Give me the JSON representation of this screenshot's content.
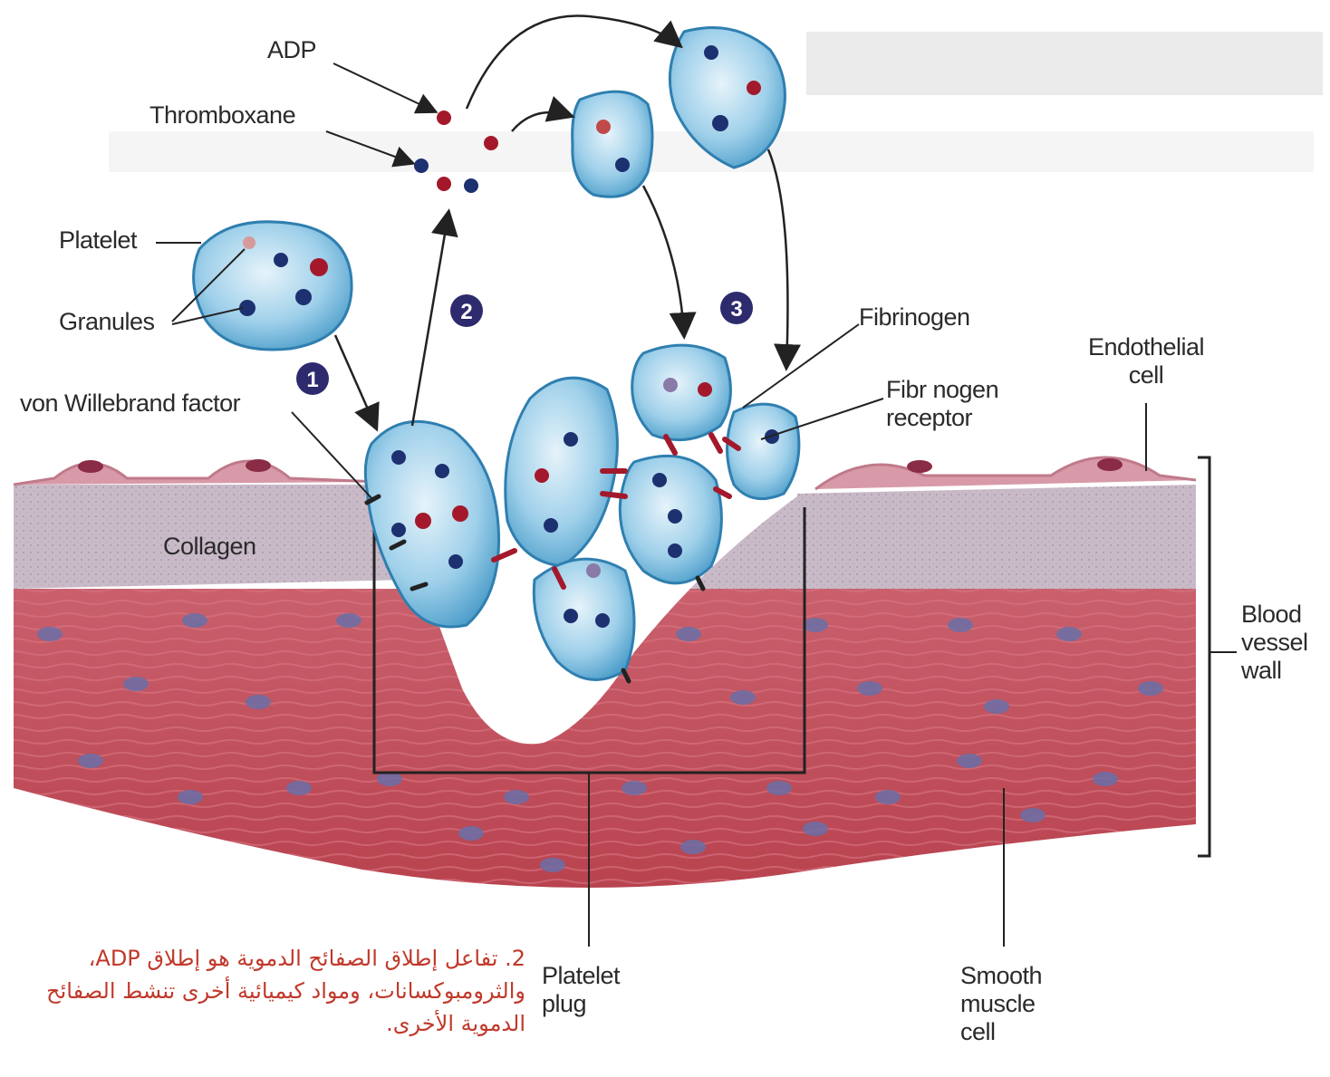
{
  "labels": {
    "adp": "ADP",
    "thromboxane": "Thromboxane",
    "platelet": "Platelet",
    "granules": "Granules",
    "von_willebrand": "von Willebrand factor",
    "collagen": "Collagen",
    "fibrinogen": "Fibrinogen",
    "fibrinogen_receptor": "Fibr nogen\nreceptor",
    "endothelial_cell": "Endothelial\ncell",
    "blood_vessel_wall": "Blood\nvessel\nwall",
    "platelet_plug": "Platelet\nplug",
    "smooth_muscle_cell": "Smooth\nmuscle\ncell"
  },
  "steps": [
    "1",
    "2",
    "3"
  ],
  "caption": "2. تفاعل إطلاق الصفائح الدموية هو إطلاق ADP، والثرومبوكسانات، ومواد كيميائية أخرى تنشط الصفائح الدموية الأخرى.",
  "colors": {
    "platelet_fill": "#7fbfe0",
    "platelet_edge": "#2f7fb0",
    "granule_blue": "#1d3170",
    "granule_red": "#a3192b",
    "muscle": "#c2505e",
    "collagen": "#c7b7c6",
    "step_badge": "#2d2a6e",
    "caption": "#c0392b"
  }
}
